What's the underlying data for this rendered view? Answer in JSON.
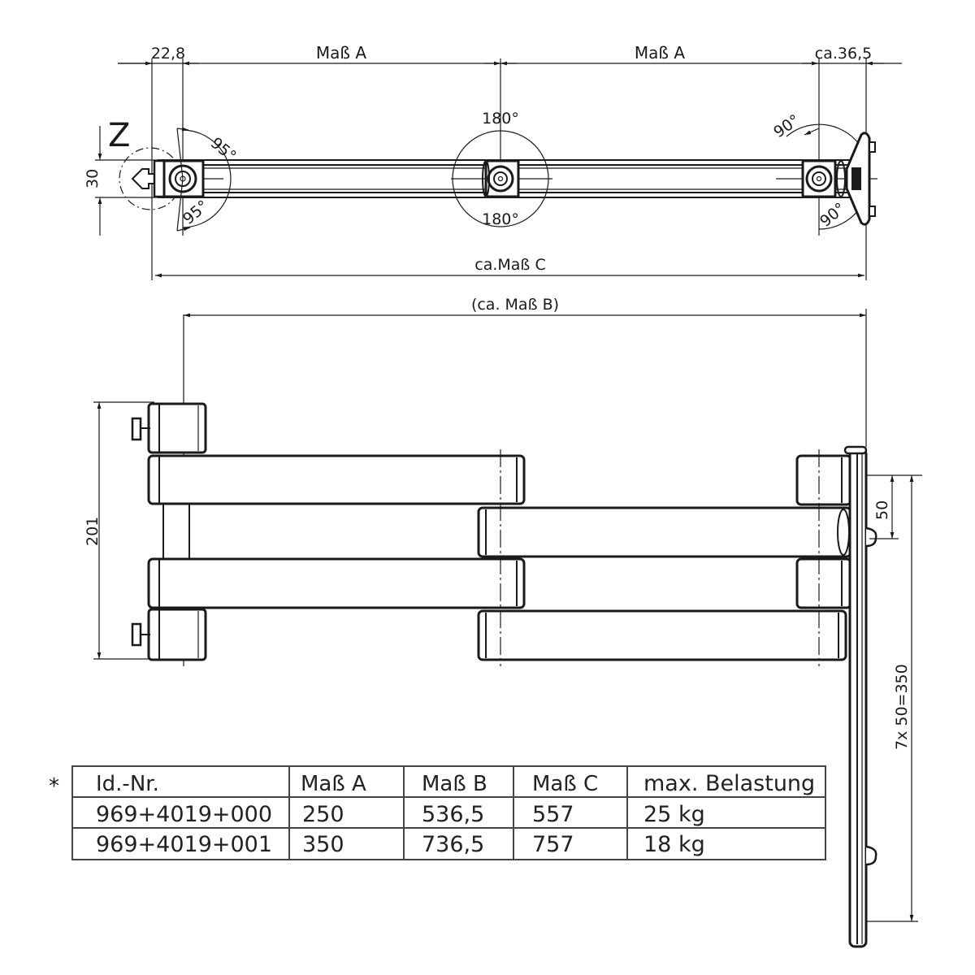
{
  "top_view": {
    "view_label": "Z",
    "dimensions": {
      "left_offset": "22,8",
      "span_a_left": "Maß A",
      "span_a_right": "Maß A",
      "right_offset": "ca.36,5",
      "height": "30",
      "overall": "ca.Maß C"
    },
    "angles": {
      "left_upper": "95°",
      "left_lower": "95°",
      "middle_upper": "180°",
      "middle_lower": "180°",
      "right_upper": "90°",
      "right_lower": "90°"
    }
  },
  "side_view": {
    "reach": "(ca. Maß B)",
    "height": "201",
    "hole_pitch": "50",
    "rail_length": "7x 50=350"
  },
  "table": {
    "marker": "*",
    "headers": [
      "Id.-Nr.",
      "Maß A",
      "Maß B",
      "Maß C",
      "max. Belastung"
    ],
    "rows": [
      [
        "969+4019+000",
        "250",
        "536,5",
        "557",
        "25 kg"
      ],
      [
        "969+4019+001",
        "350",
        "736,5",
        "757",
        "18 kg"
      ]
    ]
  },
  "colors": {
    "line": "#1a1a1a",
    "background": "#ffffff",
    "table_border": "#444444"
  }
}
